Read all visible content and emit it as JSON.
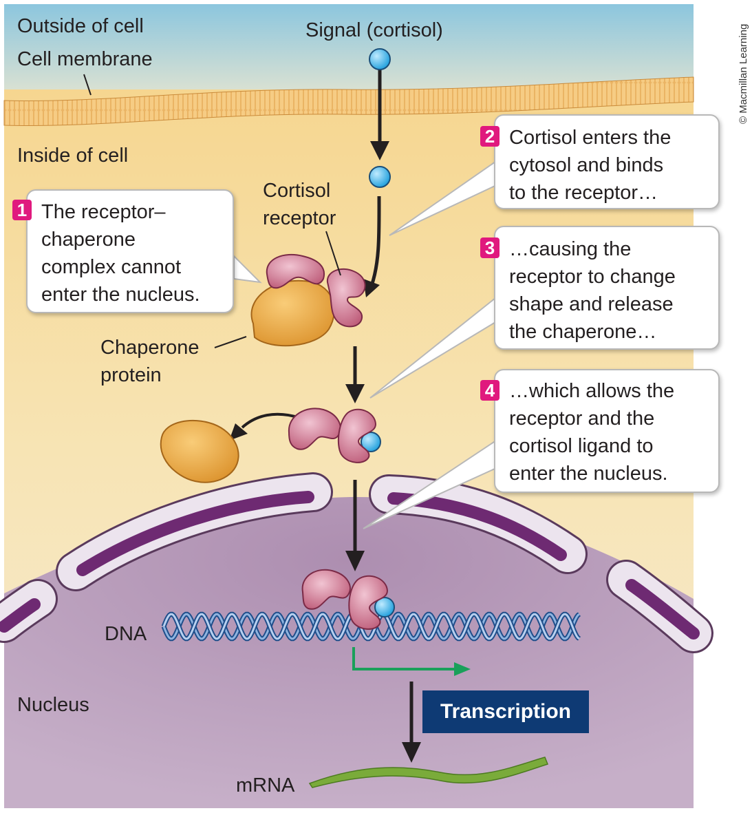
{
  "labels": {
    "outside_of_cell": "Outside of cell",
    "cell_membrane": "Cell membrane",
    "signal": "Signal (cortisol)",
    "inside_of_cell": "Inside of cell",
    "cortisol_receptor": "Cortisol\nreceptor",
    "chaperone_protein": "Chaperone\nprotein",
    "dna": "DNA",
    "nucleus": "Nucleus",
    "mrna": "mRNA",
    "transcription": "Transcription",
    "copyright": "© Macmillan Learning"
  },
  "steps": [
    {
      "number": "1",
      "text": "The receptor–\nchaperone\ncomplex cannot\nenter the nucleus."
    },
    {
      "number": "2",
      "text": "Cortisol enters the\ncytosol and binds\nto the receptor…"
    },
    {
      "number": "3",
      "text": "…causing the\nreceptor to change\nshape and release\nthe chaperone…"
    },
    {
      "number": "4",
      "text": "…which allows the\nreceptor and the\ncortisol ligand to\nenter the nucleus."
    }
  ],
  "colors": {
    "step_badge": "#e0197e",
    "transcription_box": "#0e3a74",
    "cortisol": "#29a9e0",
    "receptor": "#c06080",
    "chaperone": "#e9a73a",
    "nucleus": "#b79ab8",
    "nuclear_envelope": "#6e2a72",
    "membrane": "#e9b064",
    "dna": "#3a6fb0",
    "mrna": "#6a9a30",
    "transcription_arrow": "#1aa05a"
  }
}
